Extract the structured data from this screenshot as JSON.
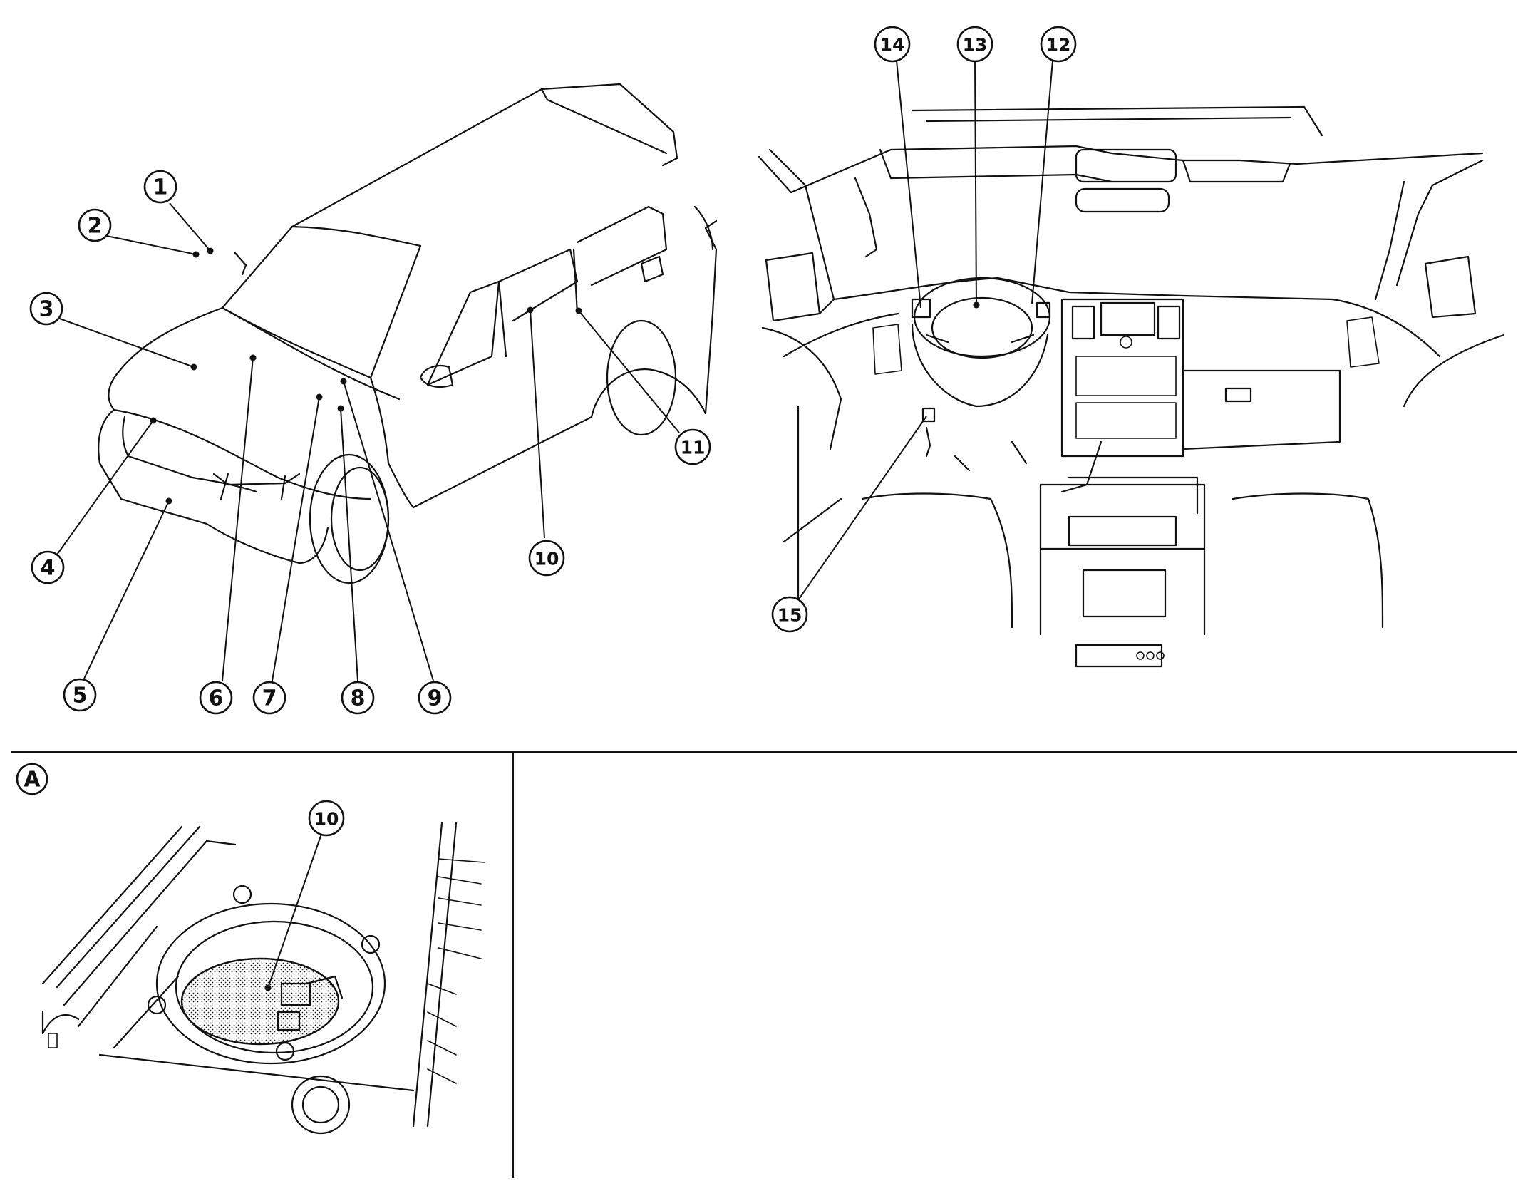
{
  "callouts": {
    "c1": "1",
    "c2": "2",
    "c3": "3",
    "c4": "4",
    "c5": "5",
    "c6": "6",
    "c7": "7",
    "c8": "8",
    "c9": "9",
    "c10": "10",
    "c11": "11",
    "c12": "12",
    "c13": "13",
    "c14": "14",
    "c15": "15"
  },
  "detail": {
    "label": "A",
    "callout": "10"
  }
}
